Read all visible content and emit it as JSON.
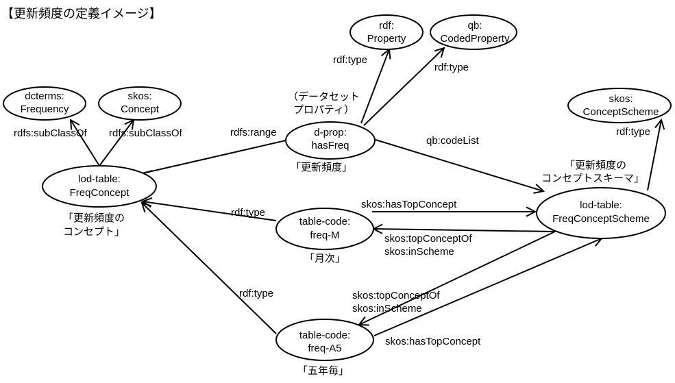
{
  "title": "【更新頻度の定義イメージ】",
  "nodes": {
    "rdf_property": [
      "rdf:",
      "Property"
    ],
    "qb_codedproperty": [
      "qb:",
      "CodedProperty"
    ],
    "dcterms_frequency": [
      "dcterms:",
      "Frequency"
    ],
    "skos_concept": [
      "skos:",
      "Concept"
    ],
    "skos_conceptscheme": [
      "skos:",
      "ConceptScheme"
    ],
    "d_prop_hasfreq": [
      "d-prop:",
      "hasFreq"
    ],
    "lod_table_freqconcept": [
      "lod-table:",
      "FreqConcept"
    ],
    "lod_table_freqconceptscheme": [
      "lod-table:",
      "FreqConceptScheme"
    ],
    "table_code_freq_m": [
      "table-code:",
      "freq-M"
    ],
    "table_code_freq_a5": [
      "table-code:",
      "freq-A5"
    ]
  },
  "edge_labels": {
    "hasfreq_type_property": "rdf:type",
    "hasfreq_type_codedproperty": "rdf:type",
    "freqconcept_subclass_frequency": "rdfs:subClassOf",
    "freqconcept_subclass_concept": "rdfs:subClassOf",
    "hasfreq_range": "rdfs:range",
    "hasfreq_codelist": "qb:codeList",
    "scheme_type": "rdf:type",
    "freqm_type": "rdf:type",
    "scheme_hastopconcept_m": "skos:hasTopConcept",
    "freqm_topconceptof": [
      "skos:topConceptOf",
      "skos:inScheme"
    ],
    "freqa5_type": "rdf:type",
    "freqa5_topconceptof": [
      "skos:topConceptOf",
      "skos:inScheme"
    ],
    "scheme_hastopconcept_a5": "skos:hasTopConcept"
  },
  "annotations": {
    "data_set_property": [
      "（データセット",
      "プロパティ）"
    ],
    "hasfreq_jp": "「更新頻度」",
    "freqconcept_jp": [
      "「更新頻度の",
      "コンセプト」"
    ],
    "scheme_jp": [
      "「更新頻度の",
      "コンセプトスキーマ」"
    ],
    "freqm_jp": "「月次」",
    "freqa5_jp": "「五年毎」"
  }
}
